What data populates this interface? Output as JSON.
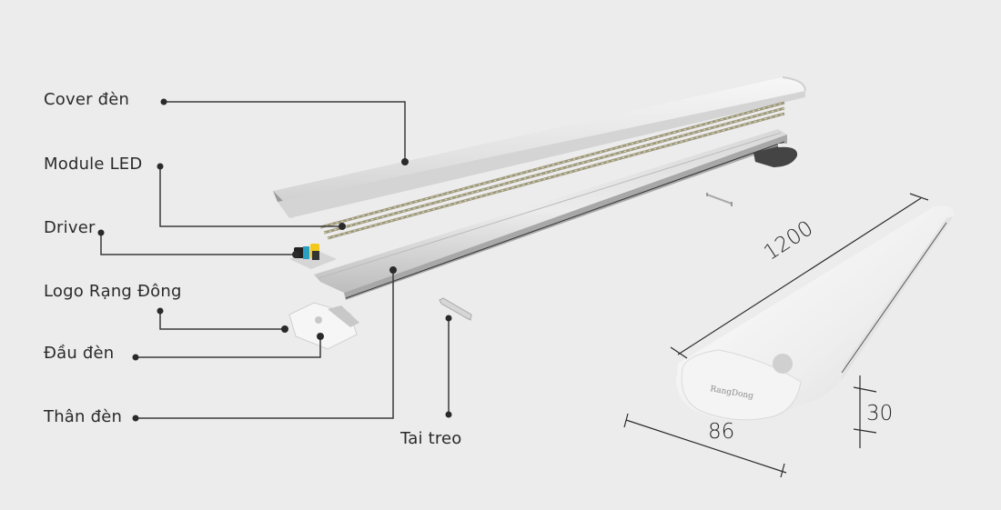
{
  "diagram": {
    "type": "exploded-view",
    "subject": "LED batten light fixture",
    "background_color": "#edecec",
    "line_color": "#3a3a3a",
    "callouts": [
      {
        "id": "cover",
        "label": "Cover đèn"
      },
      {
        "id": "module",
        "label": "Module LED"
      },
      {
        "id": "driver",
        "label": "Driver"
      },
      {
        "id": "logo",
        "label": "Logo Rạng Đông"
      },
      {
        "id": "endcap",
        "label": "Đầu đèn"
      },
      {
        "id": "body",
        "label": "Thân đèn"
      },
      {
        "id": "hanger",
        "label": "Tai treo"
      }
    ],
    "dimensions": {
      "length": "1200",
      "width": "86",
      "height": "30"
    },
    "product_brand_mark": "RangDong"
  }
}
